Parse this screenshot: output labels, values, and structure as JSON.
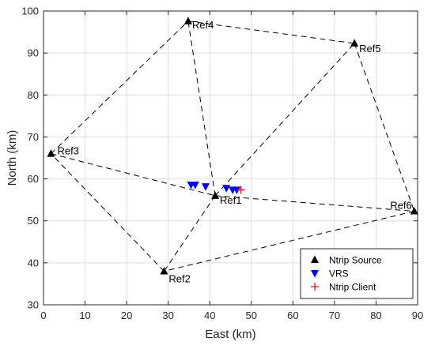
{
  "chart_data": {
    "type": "scatter",
    "title": "",
    "xlabel": "East (km)",
    "ylabel": "North (km)",
    "xlim": [
      0,
      90
    ],
    "ylim": [
      30,
      100
    ],
    "xticks": [
      0,
      10,
      20,
      30,
      40,
      50,
      60,
      70,
      80,
      90
    ],
    "yticks": [
      30,
      40,
      50,
      60,
      70,
      80,
      90,
      100
    ],
    "grid": true,
    "legend_position": "bottom-right",
    "stations": [
      {
        "name": "Ref1",
        "x": 41.3,
        "y": 56.0
      },
      {
        "name": "Ref2",
        "x": 29.0,
        "y": 38.0
      },
      {
        "name": "Ref3",
        "x": 1.8,
        "y": 66.0
      },
      {
        "name": "Ref4",
        "x": 34.8,
        "y": 97.6
      },
      {
        "name": "Ref5",
        "x": 74.8,
        "y": 92.3
      },
      {
        "name": "Ref6",
        "x": 89.2,
        "y": 52.3
      }
    ],
    "connections": [
      [
        "Ref3",
        "Ref4"
      ],
      [
        "Ref4",
        "Ref5"
      ],
      [
        "Ref5",
        "Ref6"
      ],
      [
        "Ref6",
        "Ref2"
      ],
      [
        "Ref2",
        "Ref3"
      ],
      [
        "Ref3",
        "Ref1"
      ],
      [
        "Ref1",
        "Ref6"
      ],
      [
        "Ref1",
        "Ref4"
      ],
      [
        "Ref1",
        "Ref5"
      ],
      [
        "Ref1",
        "Ref2"
      ]
    ],
    "series": [
      {
        "name": "Ntrip Source",
        "marker": "triangle-up",
        "color": "#000000",
        "points": [
          [
            41.3,
            56.0
          ],
          [
            29.0,
            38.0
          ],
          [
            1.8,
            66.0
          ],
          [
            34.8,
            97.6
          ],
          [
            74.8,
            92.3
          ],
          [
            89.2,
            52.3
          ]
        ]
      },
      {
        "name": "VRS",
        "marker": "triangle-down",
        "color": "#0000ff",
        "points": [
          [
            35.5,
            58.6
          ],
          [
            36.5,
            58.6
          ],
          [
            39.0,
            58.2
          ],
          [
            44.0,
            57.8
          ],
          [
            45.5,
            57.4
          ],
          [
            46.5,
            57.4
          ]
        ]
      },
      {
        "name": "Ntrip Client",
        "marker": "plus",
        "color": "#ff0000",
        "points": [
          [
            47.5,
            57.4
          ]
        ]
      }
    ]
  }
}
